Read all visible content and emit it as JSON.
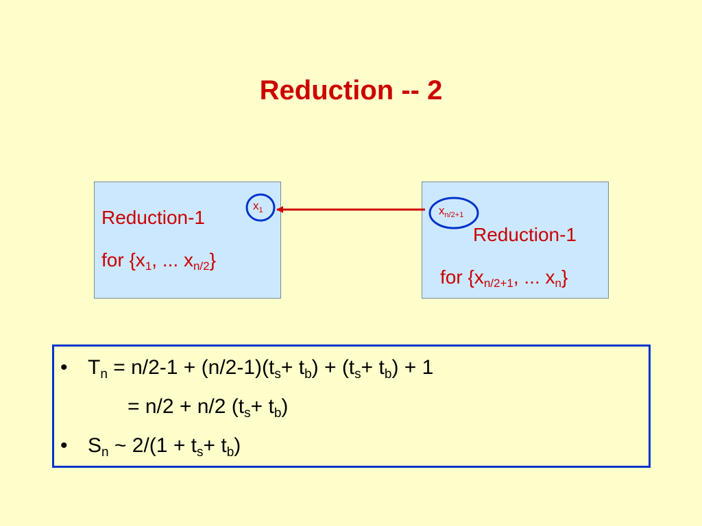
{
  "title": "Reduction -- 2",
  "left_box": {
    "node_label": "x",
    "node_sub": "1",
    "name": "Reduction-1",
    "range_prefix": "for {x",
    "range_sub1": "1",
    "range_mid": ", ... x",
    "range_sub2": "n/2",
    "range_suffix": "}"
  },
  "right_box": {
    "node_label": "x",
    "node_sub": "n/2+1",
    "name": "Reduction-1",
    "range_prefix": "for {x",
    "range_sub1": "n/2+1",
    "range_mid": ", ... x",
    "range_sub2": "n",
    "range_suffix": "}"
  },
  "formulas": {
    "bullet": "•",
    "line1": {
      "a": "T",
      "a_sub": "n",
      "b": " = n/2-1 + (n/2-1)(t",
      "b_sub": "s",
      "c": "+ t",
      "c_sub": "b",
      "d": ") + (t",
      "d_sub": "s",
      "e": "+ t",
      "e_sub": "b",
      "f": ") + 1"
    },
    "line2": {
      "a": "= n/2 + n/2 (t",
      "a_sub": "s",
      "b": "+ t",
      "b_sub": "b",
      "c": ")"
    },
    "line3": {
      "a": "S",
      "a_sub": "n",
      "b": " ~ 2/(1 + t",
      "b_sub": "s",
      "c": "+ t",
      "c_sub": "b",
      "d": ")"
    }
  },
  "colors": {
    "background": "#FFFFCC",
    "box_fill": "#CCE8FF",
    "text_red": "#CC0000",
    "accent_blue": "#0033CC",
    "arrow_red": "#CC0000"
  }
}
